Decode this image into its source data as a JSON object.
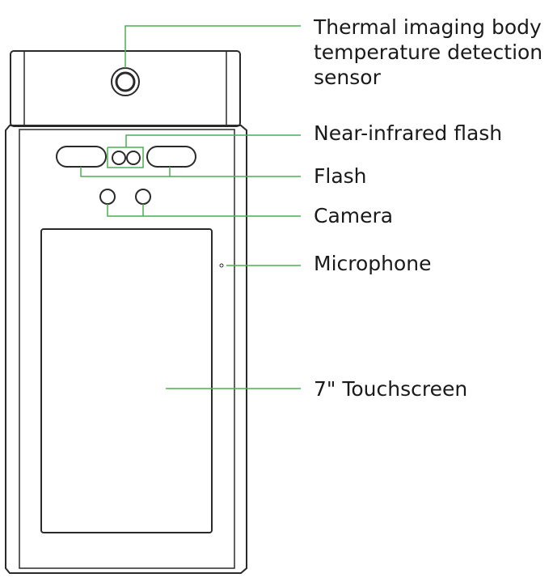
{
  "labels": {
    "thermal_sensor": [
      "Thermal imaging body",
      "temperature detection",
      "sensor"
    ],
    "near_infrared_flash": "Near-infrared flash",
    "flash": "Flash",
    "camera": "Camera",
    "microphone": "Microphone",
    "touchscreen": "7\" Touchscreen"
  },
  "colors": {
    "outline": "#2a2a2a",
    "leader_line": "#4caf50",
    "label_text": "#1a1a1a"
  }
}
